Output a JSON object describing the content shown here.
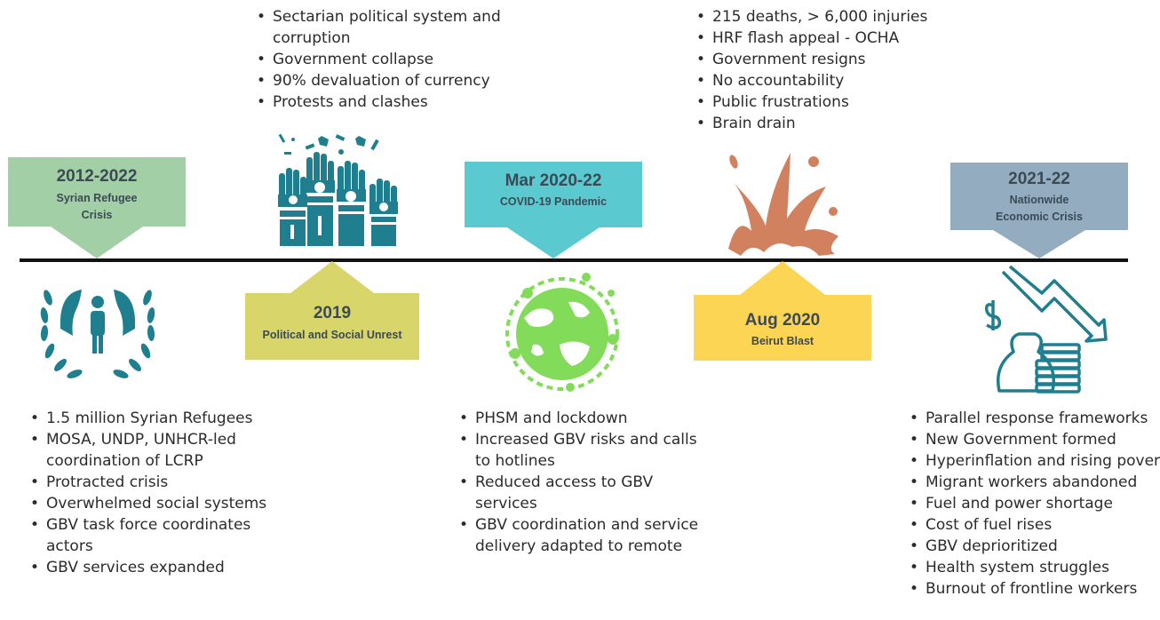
{
  "colors": {
    "syrian": "#a3cfa7",
    "political": "#d8d66a",
    "covid": "#5bcad0",
    "beirut": "#fcd554",
    "economic": "#93acc0",
    "icon_teal": "#1f7f8f",
    "icon_green": "#82dc5a",
    "icon_orange": "#d2815e",
    "line": "#111111"
  },
  "events": {
    "syrian": {
      "period": "2012-2022",
      "title": "Syrian Refugee Crisis",
      "icon": "un-emblem-icon"
    },
    "political": {
      "period": "2019",
      "title": "Political and Social Unrest",
      "icon": "raised-hands-icon"
    },
    "covid": {
      "period": "Mar 2020-22",
      "title": "COVID-19 Pandemic",
      "icon": "globe-virus-icon"
    },
    "beirut": {
      "period": "Aug 2020",
      "title": "Beirut Blast",
      "icon": "splash-explosion-icon"
    },
    "economic": {
      "period": "2021-22",
      "title": "Nationwide Economic Crisis",
      "icon": "money-decline-icon"
    }
  },
  "bullets": {
    "political": [
      "Sectarian political system and corruption",
      "Government collapse",
      "90% devaluation of currency",
      "Protests and clashes"
    ],
    "beirut": [
      "215 deaths, > 6,000 injuries",
      "HRF flash appeal - OCHA",
      "Government resigns",
      "No accountability",
      "Public frustrations",
      "Brain drain"
    ],
    "syrian": [
      "1.5 million Syrian Refugees",
      "MOSA, UNDP, UNHCR-led coordination of LCRP",
      "Protracted crisis",
      "Overwhelmed social systems",
      "GBV task force coordinates actors",
      "GBV services expanded"
    ],
    "covid": [
      "PHSM and lockdown",
      "Increased GBV risks and calls to hotlines",
      "Reduced access to GBV services",
      "GBV coordination and service delivery adapted to remote"
    ],
    "economic": [
      "Parallel response frameworks",
      "New Government formed",
      "Hyperinflation and rising poverty",
      "Migrant workers abandoned",
      "Fuel and power shortage",
      "Cost of fuel rises",
      "GBV deprioritized",
      "Health system struggles",
      "Burnout of frontline workers"
    ]
  }
}
